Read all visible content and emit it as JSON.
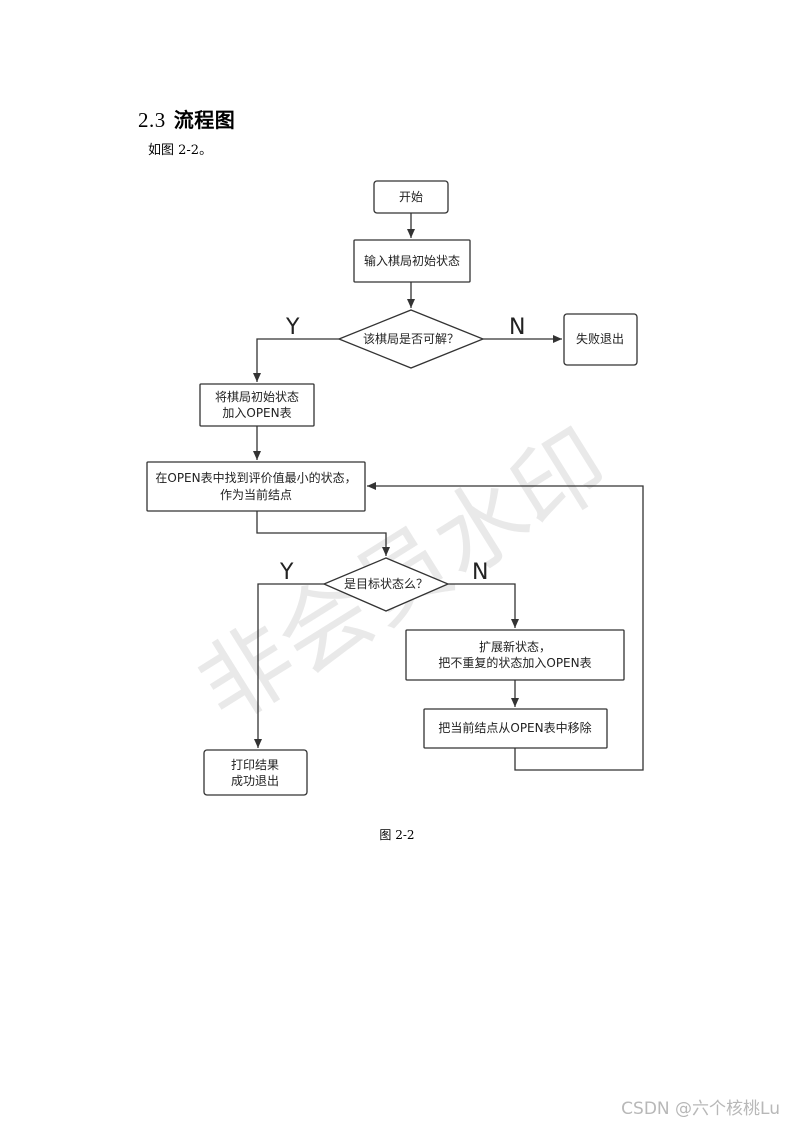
{
  "section": {
    "number": "2.3",
    "title": "流程图"
  },
  "intro": "如图 2-2。",
  "flowchart": {
    "nodes": {
      "start": "开始",
      "input": "输入棋局初始状态",
      "solvable": "该棋局是否可解？",
      "fail": "失败退出",
      "add_open_1": "将棋局初始状态",
      "add_open_2": "加入OPEN表",
      "find_1": "在OPEN表中找到评价值最小的状态，",
      "find_2": "作为当前结点",
      "is_goal": "是目标状态么？",
      "expand_1": "扩展新状态，",
      "expand_2": "把不重复的状态加入OPEN表",
      "remove": "把当前结点从OPEN表中移除",
      "print_1": "打印结果",
      "print_2": "成功退出"
    },
    "labels": {
      "yes": "Y",
      "no": "N"
    }
  },
  "watermark": "非会员水印",
  "caption": "图 2-2",
  "credit": "CSDN @六个核桃Lu"
}
